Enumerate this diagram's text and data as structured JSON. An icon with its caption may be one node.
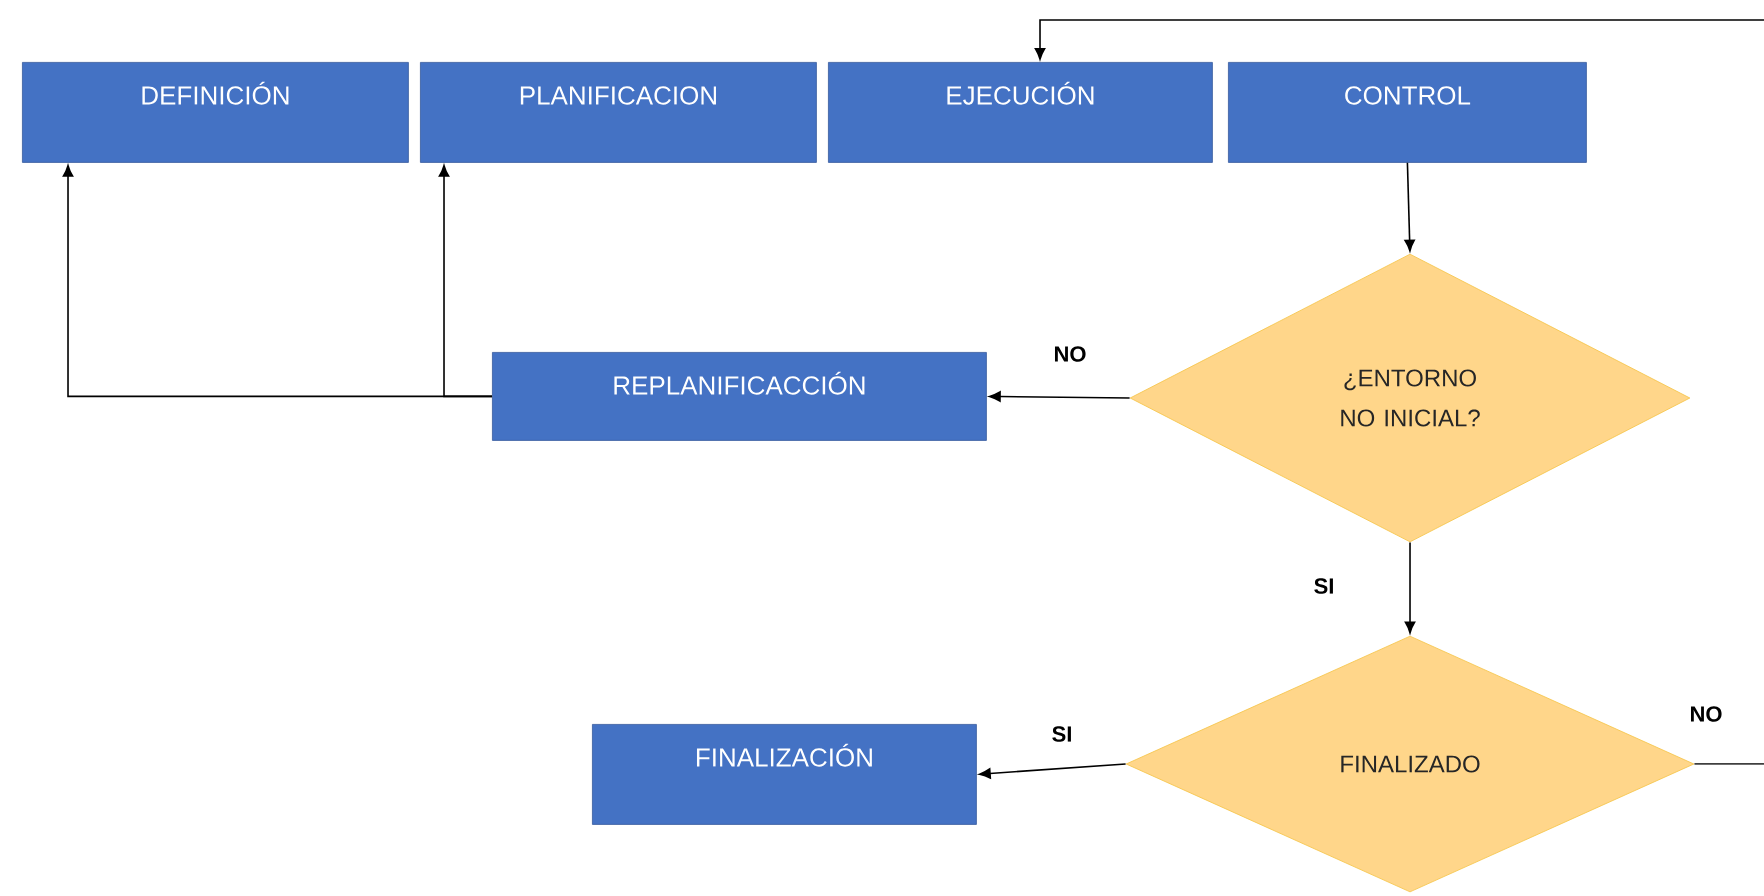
{
  "diagram": {
    "nodes": [
      {
        "text": [
          "DEFINICIÓN"
        ]
      },
      {
        "text": [
          "PLANIFICACION"
        ]
      },
      {
        "text": [
          "EJECUCIÓN"
        ]
      },
      {
        "text": [
          "CONTROL"
        ]
      },
      {
        "text": [
          "¿ENTORNO NO INICIAL?"
        ]
      },
      {
        "text": [
          "REPLANIFICACCIÓN"
        ]
      },
      {
        "text": [
          "FINALIZADO"
        ]
      },
      {
        "text": [
          "FINALIZACIÓN"
        ]
      }
    ],
    "edges": [
      {
        "from": 3,
        "to": 4,
        "arrow": "to"
      },
      {
        "from": 4,
        "to": 5,
        "arrow": "to",
        "label": "NO"
      },
      {
        "from": 5,
        "to": 0,
        "arrow": "to"
      },
      {
        "from": 5,
        "to": 1,
        "arrow": "to"
      },
      {
        "from": 4,
        "to": 6,
        "arrow": "to",
        "label": "SI"
      },
      {
        "from": 6,
        "to": 7,
        "arrow": "to",
        "label": "SI"
      },
      {
        "from": 6,
        "to": 2,
        "arrow": "to",
        "label": "NO"
      }
    ]
  }
}
